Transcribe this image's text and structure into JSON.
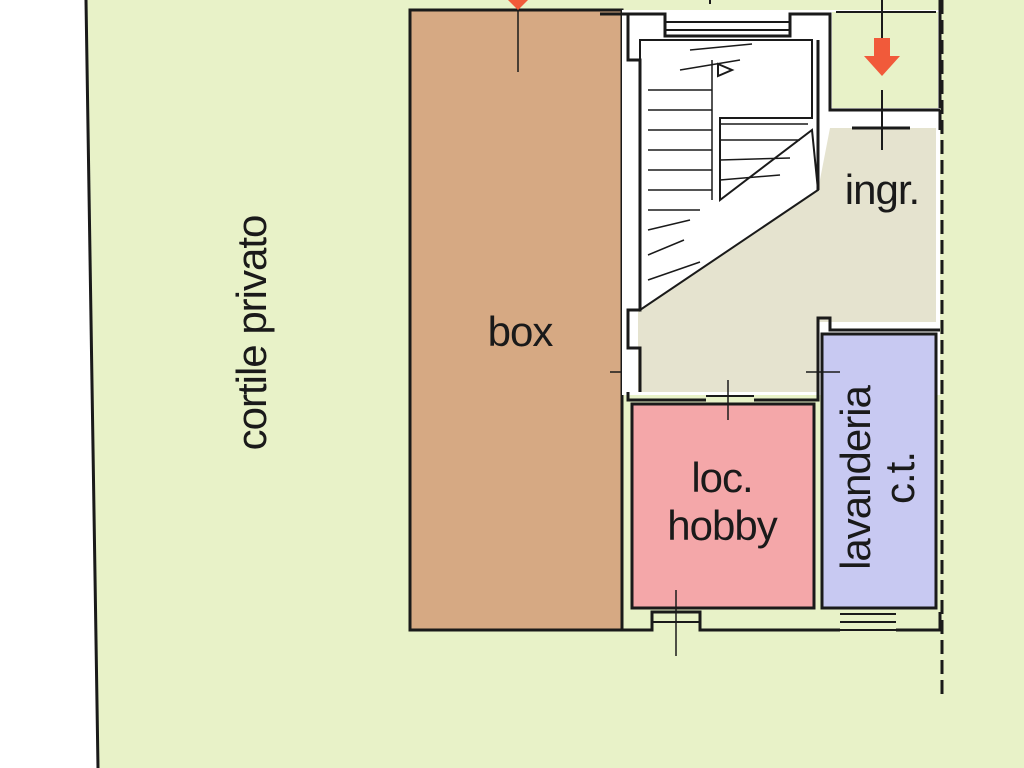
{
  "colors": {
    "courtyard": "#e8f2c8",
    "box": "#d6a983",
    "common_area": "#e5e3cf",
    "hobby_room": "#f4a7a9",
    "laundry": "#c8c9f2",
    "wall": "#1a1a1a",
    "entry_arrow": "#f15a3a",
    "stair_fill": "#ffffff"
  },
  "rooms": {
    "courtyard": "cortile privato",
    "box": "box",
    "entrance": "ingr.",
    "hobby": [
      "loc.",
      "hobby"
    ],
    "laundry": [
      "lavanderia",
      "c.t."
    ]
  },
  "icons": {
    "entrance_arrow": "arrow-down-icon",
    "box_arrow": "arrow-down-icon",
    "stair": "staircase-icon"
  }
}
